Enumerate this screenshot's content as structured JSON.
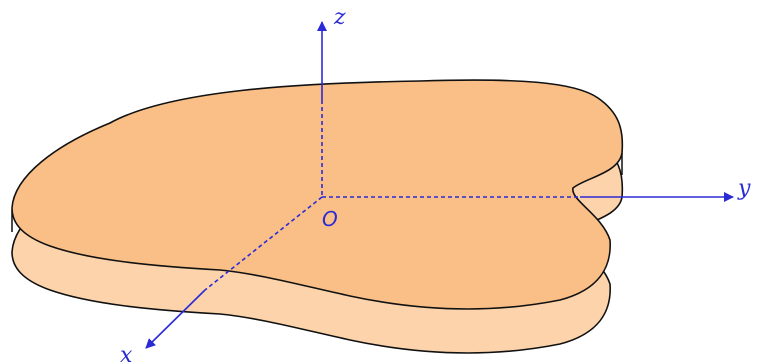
{
  "diagram": {
    "labels": {
      "z_axis": "z",
      "y_axis": "y",
      "x_axis": "x",
      "origin": "O"
    },
    "colors": {
      "plate_top": "#f9bf87",
      "plate_side": "#fcd3aa",
      "plate_outline": "#111111",
      "axis": "#2b2bd6"
    }
  }
}
